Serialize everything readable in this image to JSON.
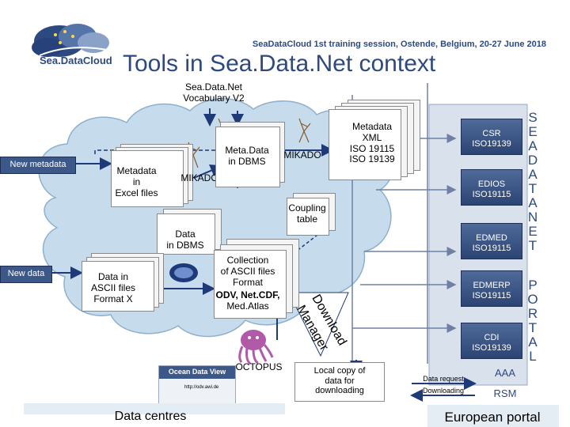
{
  "header": {
    "org_name": "Sea.DataCloud",
    "session": "SeaDataCloud 1st training session, Ostende, Belgium, 20-27 June 2018",
    "title": "Tools in Sea.Data.Net context"
  },
  "vocab": "Sea.Data.Net\nVocabulary V2",
  "new_metadata": "New metadata",
  "new_data": "New data",
  "metadata_excel": "Metadata\nin\nExcel files",
  "mikado_left": "MIKADO",
  "metadata_dbms": "Meta.Data\nin DBMS",
  "mikado_mid": "MIKADO",
  "metadata_xml": "Metadata\nXML\nISO 19115\nISO 19139",
  "coupling": "Coupling\ntable",
  "data_dbms": "Data\nin DBMS",
  "data_ascii": "Data in\nASCII files\nFormat X",
  "collection": {
    "line1": "Collection\nof ASCII files\nFormat",
    "line2": "ODV, Net.CDF,",
    "line3": "Med.Atlas"
  },
  "download_manager": {
    "line1": "Download",
    "line2": "Manager"
  },
  "octopus": "OCTOPUS",
  "odv_logo_title": "Ocean Data View",
  "odv_logo_url": "http://odv.awi.de",
  "local_copy": "Local copy of\ndata for\ndownloading",
  "data_centres": "Data centres",
  "data_request": "Data request",
  "downloading": "Downloading",
  "aaa": "AAA",
  "rsm": "RSM",
  "european_portal": "European portal",
  "portal_items": [
    {
      "name": "CSR",
      "std": "ISO19139"
    },
    {
      "name": "EDIOS",
      "std": "ISO19115"
    },
    {
      "name": "EDMED",
      "std": "ISO19115"
    },
    {
      "name": "EDMERP",
      "std": "ISO19115"
    },
    {
      "name": "CDI",
      "std": "ISO19139"
    }
  ],
  "seadat_letters": [
    "S",
    "E",
    "A",
    "D",
    "A",
    "T",
    "A",
    "N",
    "E",
    "T"
  ],
  "portal_letters": [
    "P",
    "O",
    "R",
    "T",
    "A",
    "L"
  ],
  "colors": {
    "cloud": "#c6dcec",
    "portal_bg": "#d9e1ed",
    "box": "#3c5889",
    "text_blue": "#2d4a80",
    "arrow": "#1f3a78"
  }
}
